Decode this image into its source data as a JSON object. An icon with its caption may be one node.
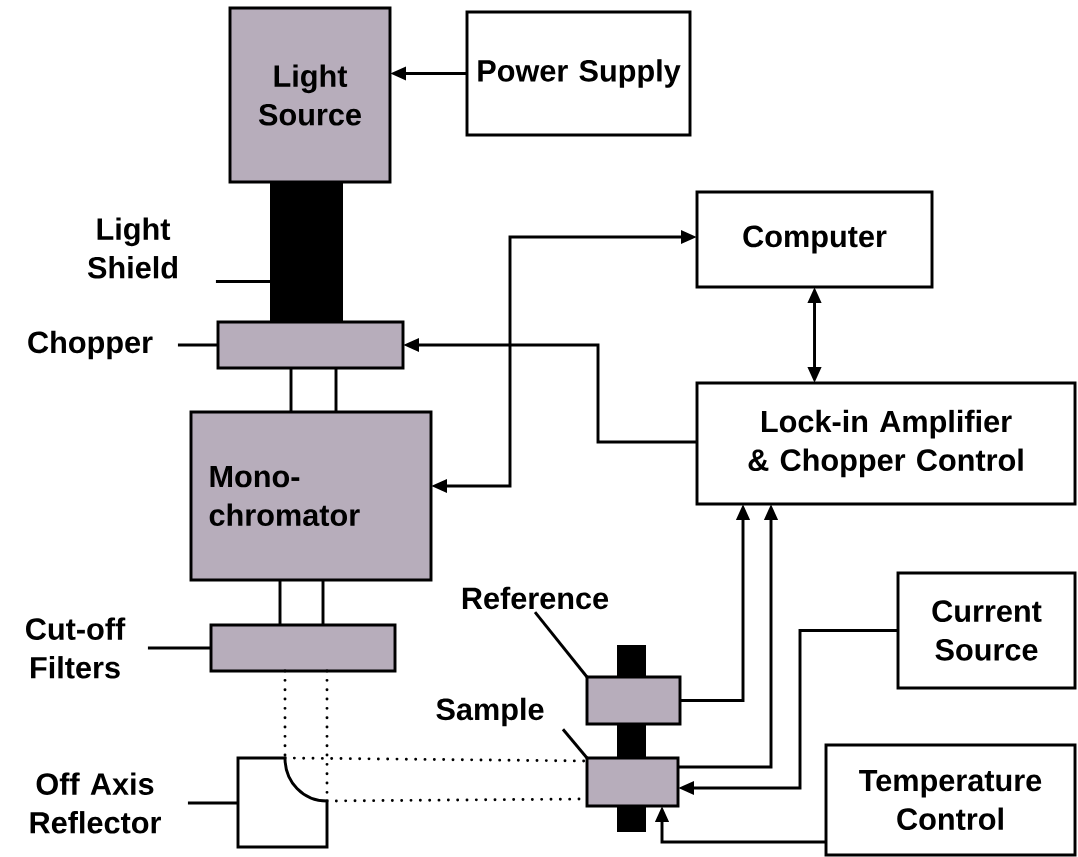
{
  "diagram": {
    "nodes": [
      {
        "text": [
          "Light Source"
        ]
      },
      {
        "text": [
          "Power Supply"
        ]
      },
      {
        "text": [
          "Light Shield"
        ]
      },
      {
        "text": [],
        "shape": "bar"
      },
      {
        "text": [
          "Computer"
        ]
      },
      {
        "text": [
          "Chopper"
        ]
      },
      {
        "text": [],
        "shape": "box"
      },
      {
        "text": [
          "Lock-in Amplifier & Chopper Control"
        ]
      },
      {
        "text": [
          "Mono-chromator"
        ]
      },
      {
        "text": [
          "Cut-off Filters"
        ]
      },
      {
        "text": [],
        "shape": "box"
      },
      {
        "text": [
          "Reference"
        ]
      },
      {
        "text": [
          "Current Source"
        ]
      },
      {
        "text": [],
        "shape": "box"
      },
      {
        "text": [
          "Sample"
        ]
      },
      {
        "text": [],
        "shape": "box"
      },
      {
        "text": [
          "Off Axis Reflector"
        ]
      },
      {
        "text": [],
        "shape": "mirror"
      },
      {
        "text": [
          "Temperature Control"
        ]
      }
    ],
    "edges": [
      {
        "from": 1,
        "to": 0,
        "arrow": "to"
      },
      {
        "from": 2,
        "to": 3,
        "arrow": "none"
      },
      {
        "from": 4,
        "to": 7,
        "arrow": "both"
      },
      {
        "from": 5,
        "to": 6,
        "arrow": "none"
      },
      {
        "from": 7,
        "to": 6,
        "arrow": "to"
      },
      {
        "from": 8,
        "to": 4,
        "arrow": "both"
      },
      {
        "from": 6,
        "to": 8,
        "arrow": "none"
      },
      {
        "from": 6,
        "to": 8,
        "arrow": "none"
      },
      {
        "from": 9,
        "to": 10,
        "arrow": "none"
      },
      {
        "from": 8,
        "to": 10,
        "arrow": "none"
      },
      {
        "from": 8,
        "to": 10,
        "arrow": "none"
      },
      {
        "from": 10,
        "to": 17,
        "arrow": "none",
        "style": "dashed"
      },
      {
        "from": 10,
        "to": 17,
        "arrow": "none",
        "style": "dashed"
      },
      {
        "from": 17,
        "to": 15,
        "arrow": "none",
        "style": "dashed"
      },
      {
        "from": 17,
        "to": 15,
        "arrow": "none",
        "style": "dashed"
      },
      {
        "from": 11,
        "to": 13,
        "arrow": "none"
      },
      {
        "from": 13,
        "to": 7,
        "arrow": "to"
      },
      {
        "from": 14,
        "to": 15,
        "arrow": "none"
      },
      {
        "from": 15,
        "to": 7,
        "arrow": "to"
      },
      {
        "from": 12,
        "to": 15,
        "arrow": "to"
      },
      {
        "from": 18,
        "to": 15,
        "arrow": "to"
      },
      {
        "from": 16,
        "to": 17,
        "arrow": "none"
      }
    ]
  }
}
